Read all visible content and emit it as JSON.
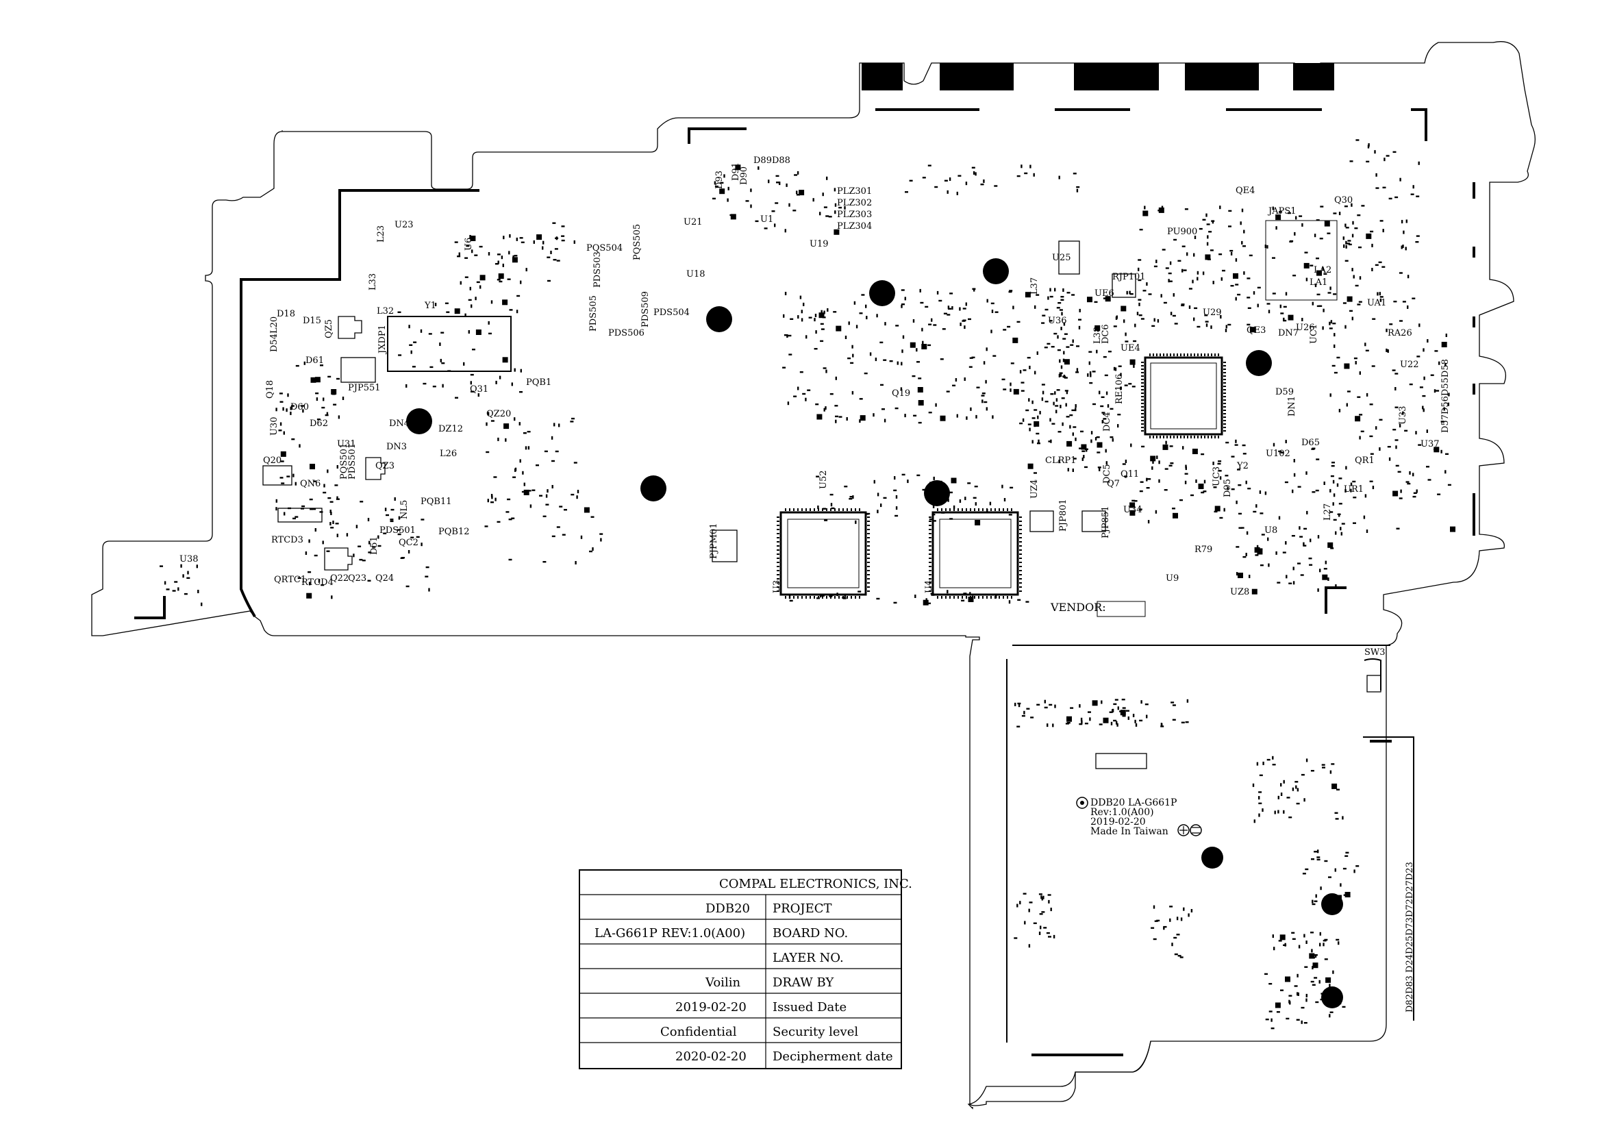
{
  "labels_h": [
    {
      "id": "plz301",
      "text": "PLZ301"
    },
    {
      "id": "plz302",
      "text": "PLZ302"
    },
    {
      "id": "plz303",
      "text": "PLZ303"
    },
    {
      "id": "plz304",
      "text": "PLZ304"
    },
    {
      "id": "u23",
      "text": "U23"
    },
    {
      "id": "u21",
      "text": "U21"
    },
    {
      "id": "u1",
      "text": "U1"
    },
    {
      "id": "u19",
      "text": "U19"
    },
    {
      "id": "u18",
      "text": "U18"
    },
    {
      "id": "pqs504",
      "text": "PQS504"
    },
    {
      "id": "pds504",
      "text": "PDS504"
    },
    {
      "id": "pds506",
      "text": "PDS506"
    },
    {
      "id": "d18",
      "text": "D18"
    },
    {
      "id": "d15",
      "text": "D15"
    },
    {
      "id": "d61",
      "text": "D61"
    },
    {
      "id": "d60",
      "text": "D60"
    },
    {
      "id": "d62",
      "text": "D62"
    },
    {
      "id": "l32",
      "text": "L32"
    },
    {
      "id": "y1",
      "text": "Y1"
    },
    {
      "id": "pjp551",
      "text": "PJP551"
    },
    {
      "id": "q31",
      "text": "Q31"
    },
    {
      "id": "qz20",
      "text": "QZ20"
    },
    {
      "id": "pqb1",
      "text": "PQB1"
    },
    {
      "id": "dn4",
      "text": "DN4"
    },
    {
      "id": "dn3",
      "text": "DN3"
    },
    {
      "id": "dz12",
      "text": "DZ12"
    },
    {
      "id": "l26",
      "text": "L26"
    },
    {
      "id": "u31",
      "text": "U31"
    },
    {
      "id": "q20",
      "text": "Q20"
    },
    {
      "id": "qz3",
      "text": "QZ3"
    },
    {
      "id": "qn6",
      "text": "QN6"
    },
    {
      "id": "pqb11",
      "text": "PQB11"
    },
    {
      "id": "pqb12",
      "text": "PQB12"
    },
    {
      "id": "pds501",
      "text": "PDS501"
    },
    {
      "id": "rtcd3",
      "text": "RTCD3"
    },
    {
      "id": "qc2",
      "text": "QC2"
    },
    {
      "id": "qrtc1",
      "text": "QRTC1"
    },
    {
      "id": "rtcd4",
      "text": "RTCD4"
    },
    {
      "id": "q22",
      "text": "Q22"
    },
    {
      "id": "q23",
      "text": "Q23"
    },
    {
      "id": "q24",
      "text": "Q24"
    },
    {
      "id": "u38",
      "text": "U38"
    },
    {
      "id": "u25",
      "text": "U25"
    },
    {
      "id": "u36",
      "text": "U36"
    },
    {
      "id": "ue6",
      "text": "UE6"
    },
    {
      "id": "rjp101",
      "text": "RJP101"
    },
    {
      "id": "pu900",
      "text": "PU900"
    },
    {
      "id": "qe4",
      "text": "QE4"
    },
    {
      "id": "japs1",
      "text": "JAPS1"
    },
    {
      "id": "q30",
      "text": "Q30"
    },
    {
      "id": "la2",
      "text": "LA2"
    },
    {
      "id": "la1",
      "text": "LA1"
    },
    {
      "id": "ua1",
      "text": "UA1"
    },
    {
      "id": "ra26",
      "text": "RA26"
    },
    {
      "id": "u29",
      "text": "U29"
    },
    {
      "id": "dn7",
      "text": "DN7"
    },
    {
      "id": "u26",
      "text": "U26"
    },
    {
      "id": "qe3",
      "text": "QE3"
    },
    {
      "id": "ue4",
      "text": "UE4"
    },
    {
      "id": "d59",
      "text": "D59"
    },
    {
      "id": "u22",
      "text": "U22"
    },
    {
      "id": "u37",
      "text": "U37"
    },
    {
      "id": "d65",
      "text": "D65"
    },
    {
      "id": "u102",
      "text": "U102"
    },
    {
      "id": "y2",
      "text": "Y2"
    },
    {
      "id": "q11",
      "text": "Q11"
    },
    {
      "id": "q7",
      "text": "Q7"
    },
    {
      "id": "clrp1",
      "text": "CLRP1"
    },
    {
      "id": "qr1",
      "text": "QR1"
    },
    {
      "id": "ur1",
      "text": "UR1"
    },
    {
      "id": "q19",
      "text": "Q19"
    },
    {
      "id": "u34",
      "text": "U34"
    },
    {
      "id": "r79",
      "text": "R79"
    },
    {
      "id": "u9",
      "text": "U9"
    },
    {
      "id": "u8",
      "text": "U8"
    },
    {
      "id": "uz8",
      "text": "UZ8"
    },
    {
      "id": "sw3",
      "text": "SW3"
    }
  ],
  "labels_v": [
    {
      "id": "l33",
      "text": "L33"
    },
    {
      "id": "l23",
      "text": "L23"
    },
    {
      "id": "u6",
      "text": "U6"
    },
    {
      "id": "pqs505",
      "text": "PQS505"
    },
    {
      "id": "pds503",
      "text": "PDS503"
    },
    {
      "id": "pds505",
      "text": "PDS505"
    },
    {
      "id": "pds509",
      "text": "PDS509"
    },
    {
      "id": "jxdp1",
      "text": "JXDP1"
    },
    {
      "id": "qz5",
      "text": "QZ5"
    },
    {
      "id": "d5d120",
      "text": "D54L20"
    },
    {
      "id": "q18",
      "text": "Q18"
    },
    {
      "id": "u30",
      "text": "U30"
    },
    {
      "id": "pqs501",
      "text": "PQS501"
    },
    {
      "id": "pds501v",
      "text": "PDS501"
    },
    {
      "id": "nl5",
      "text": "NL5"
    },
    {
      "id": "d51",
      "text": "D51"
    },
    {
      "id": "u52",
      "text": "U52"
    },
    {
      "id": "u3",
      "text": "U3"
    },
    {
      "id": "u4",
      "text": "U4"
    },
    {
      "id": "uz4",
      "text": "UZ4"
    },
    {
      "id": "pjpm01",
      "text": "PJPM01"
    },
    {
      "id": "pjp801",
      "text": "PJP801"
    },
    {
      "id": "pjp851",
      "text": "PJP851"
    },
    {
      "id": "l37",
      "text": "L37"
    },
    {
      "id": "l38",
      "text": "L38"
    },
    {
      "id": "dc6",
      "text": "DC6"
    },
    {
      "id": "re106",
      "text": "RE106"
    },
    {
      "id": "dc4",
      "text": "DC4"
    },
    {
      "id": "dc5",
      "text": "DC5"
    },
    {
      "id": "d95",
      "text": "D95"
    },
    {
      "id": "uc3",
      "text": "UC3"
    },
    {
      "id": "dn1",
      "text": "DN1"
    },
    {
      "id": "uc1",
      "text": "UC1"
    },
    {
      "id": "l27",
      "text": "L27"
    },
    {
      "id": "d57d56d55d58",
      "text": "D57D56D55D58"
    },
    {
      "id": "u22v",
      "text": "U33"
    },
    {
      "id": "d91",
      "text": "D91"
    },
    {
      "id": "d93",
      "text": "D93"
    },
    {
      "id": "d90",
      "text": "D90"
    },
    {
      "id": "d89d88",
      "text": "D89D88"
    },
    {
      "id": "d82d83",
      "text": "D82D83 D24D25D73D72D27D23"
    }
  ],
  "vendor_label": "VENDOR:",
  "board_marking": {
    "line1": "DDB20 LA-G661P",
    "line2": "Rev:1.0(A00)",
    "line3": "2019-02-20",
    "line4": "Made In Taiwan"
  },
  "title_block": {
    "company": "COMPAL ELECTRONICS, INC.",
    "rows": [
      {
        "key": "PROJECT",
        "value": "DDB20"
      },
      {
        "key": "BOARD NO.",
        "value": "LA-G661P  REV:1.0(A00)"
      },
      {
        "key": "LAYER NO.",
        "value": ""
      },
      {
        "key": "DRAW BY",
        "value": "Voilin"
      },
      {
        "key": "Issued  Date",
        "value": "2019-02-20"
      },
      {
        "key": "Security level",
        "value": "Confidential"
      },
      {
        "key": "Decipherment date",
        "value": "2020-02-20"
      }
    ]
  }
}
